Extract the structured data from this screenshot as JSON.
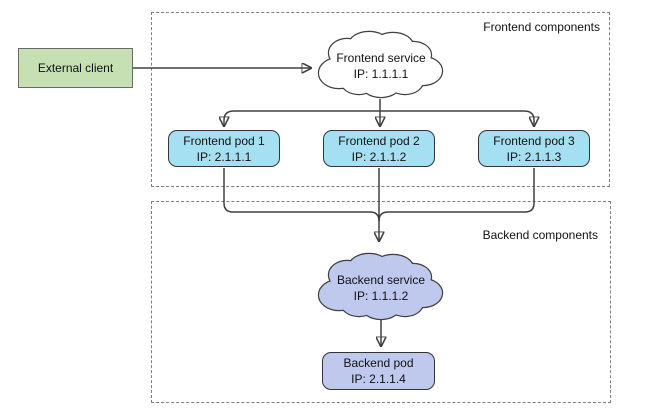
{
  "diagram": {
    "title_implicit": "Frontend and backend components network diagram",
    "external_client": {
      "label": "External client"
    },
    "frontend_group": {
      "label": "Frontend components"
    },
    "backend_group": {
      "label": "Backend components"
    },
    "frontend_service": {
      "name": "Frontend service",
      "ip": "IP: 1.1.1.1"
    },
    "backend_service": {
      "name": "Backend service",
      "ip": "IP: 1.1.1.2"
    },
    "frontend_pods": [
      {
        "name": "Frontend pod 1",
        "ip": "IP: 2.1.1.1"
      },
      {
        "name": "Frontend pod 2",
        "ip": "IP: 2.1.1.2"
      },
      {
        "name": "Frontend pod 3",
        "ip": "IP: 2.1.1.3"
      }
    ],
    "backend_pod": {
      "name": "Backend pod",
      "ip": "IP: 2.1.1.4"
    },
    "colors": {
      "client_fill": "#c6e0b4",
      "frontend_pod_fill": "#a5e0f2",
      "frontend_service_fill": "#ffffff",
      "backend_fill": "#bfc9ed",
      "line": "#404040",
      "dashed_border": "#7f7f7f"
    }
  }
}
